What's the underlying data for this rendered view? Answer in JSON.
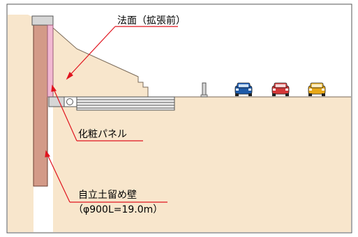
{
  "labels": {
    "slope_face": "法面（拡張前）",
    "facing_panel": "化粧パネル",
    "retaining_wall": "自立土留め壁",
    "retaining_wall_spec": "（φ900L=19.0m）"
  },
  "colors": {
    "soil": "#f8e6cc",
    "ground_line": "#7a6a58",
    "wall": "#d39a88",
    "wall_stroke": "#6b3e30",
    "panel": "#f2b8d2",
    "cap": "#d6d6d6",
    "leader": "#e0141e",
    "car_blue": "#1e5aa8",
    "car_red": "#d43838",
    "car_yellow": "#e8a818"
  },
  "icons": [
    "car-blue-icon",
    "car-red-icon",
    "car-yellow-icon",
    "guard-post-icon"
  ]
}
